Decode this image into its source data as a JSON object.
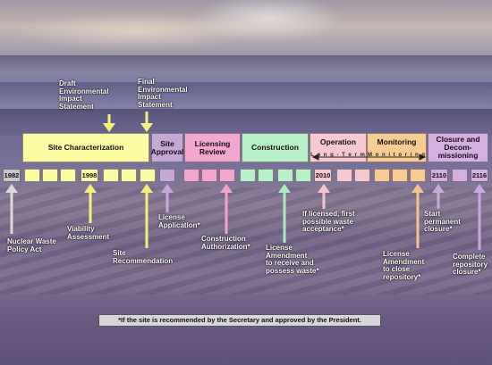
{
  "phases": {
    "site_characterization": "Site Characterization",
    "site_approval": "Site\nApproval",
    "licensing_review": "Licensing\nReview",
    "construction": "Construction",
    "operation": "Operation",
    "monitoring": "Monitoring",
    "long_term": "L o n g - T e r m",
    "monitoring_sub": "M o n i t o r i n g",
    "closure": "Closure and\nDecom-\nmissioning"
  },
  "years": {
    "y1982": "1982",
    "y1998": "1998",
    "y2010": "2010",
    "y2110": "2110",
    "y2116": "2116"
  },
  "labels": {
    "draft_eis": "Draft\nEnvironmental\nImpact\nStatement",
    "final_eis": "Final\nEnvironmental\nImpact\nStatement",
    "nwpa": "Nuclear Waste\nPolicy Act",
    "viability": "Viability\nAssessment",
    "site_rec": "Site\nRecommendation",
    "license_app": "License\nApplication*",
    "construction_auth": "Construction\nAuthorization*",
    "license_amend_receive": "License\nAmendment\nto receive and\npossess waste*",
    "if_licensed": "If licensed, first\npossible waste\nacceptance*",
    "license_amend_close": "License\nAmendment\nto close\nrepository*",
    "start_closure": "Start\npermanent\nclosure*",
    "complete_closure": "Complete\nrepository\nclosure*"
  },
  "footnote": "*If the site is recommended by the Secretary and approved by the President.",
  "colors": {
    "site_characterization": "#fbfba4",
    "site_approval": "#c6a8d6",
    "licensing_review": "#f3a6d0",
    "construction": "#b8f0c8",
    "operation": "#f6c8d0",
    "monitoring": "#f7cc92",
    "closure": "#d6aee0",
    "arrow_yellow": "#f0f07a",
    "arrow_purple": "#c7a9dc",
    "arrow_pink": "#f4a3cf",
    "arrow_green": "#a8ecc0",
    "arrow_lightpink": "#f6c3cf",
    "arrow_orange": "#f4c38c",
    "arrow_gray": "#d9d9d9"
  }
}
